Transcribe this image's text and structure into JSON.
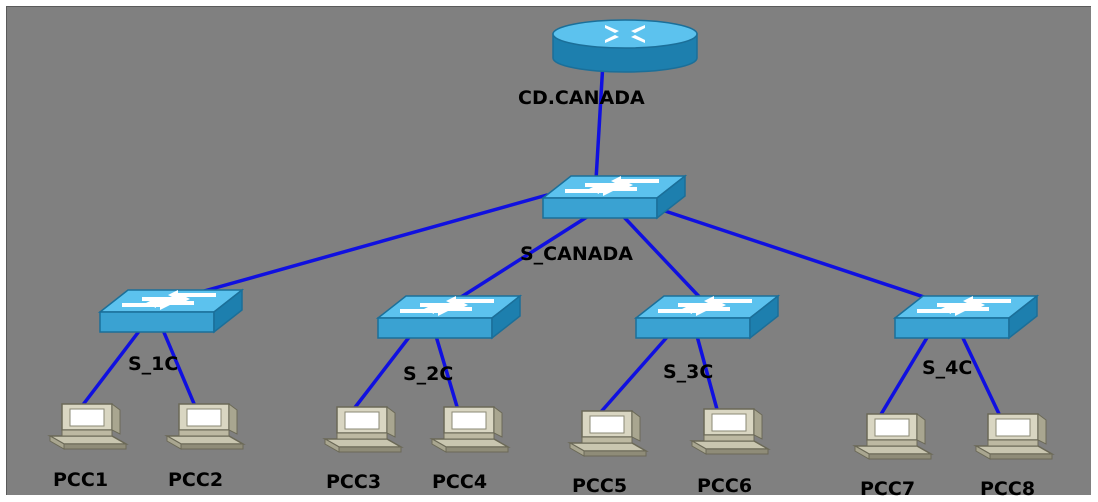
{
  "topology": {
    "router": {
      "label": "CD.CANADA",
      "icon": "router-icon"
    },
    "core_switch": {
      "label": "S_CANADA",
      "icon": "switch-icon"
    },
    "access_switches": [
      {
        "label": "S_1C",
        "icon": "switch-icon"
      },
      {
        "label": "S_2C",
        "icon": "switch-icon"
      },
      {
        "label": "S_3C",
        "icon": "switch-icon"
      },
      {
        "label": "S_4C",
        "icon": "switch-icon"
      }
    ],
    "pcs": [
      {
        "label": "PCC1",
        "icon": "pc-icon"
      },
      {
        "label": "PCC2",
        "icon": "pc-icon"
      },
      {
        "label": "PCC3",
        "icon": "pc-icon"
      },
      {
        "label": "PCC4",
        "icon": "pc-icon"
      },
      {
        "label": "PCC5",
        "icon": "pc-icon"
      },
      {
        "label": "PCC6",
        "icon": "pc-icon"
      },
      {
        "label": "PCC7",
        "icon": "pc-icon"
      },
      {
        "label": "PCC8",
        "icon": "pc-icon"
      }
    ]
  },
  "colors": {
    "canvas": "#808080",
    "link": "#1010e0",
    "device_top": "#4fb8e6",
    "device_side": "#1d7fae",
    "device_front": "#3aa2d2",
    "pc_body": "#c9c6b0"
  }
}
